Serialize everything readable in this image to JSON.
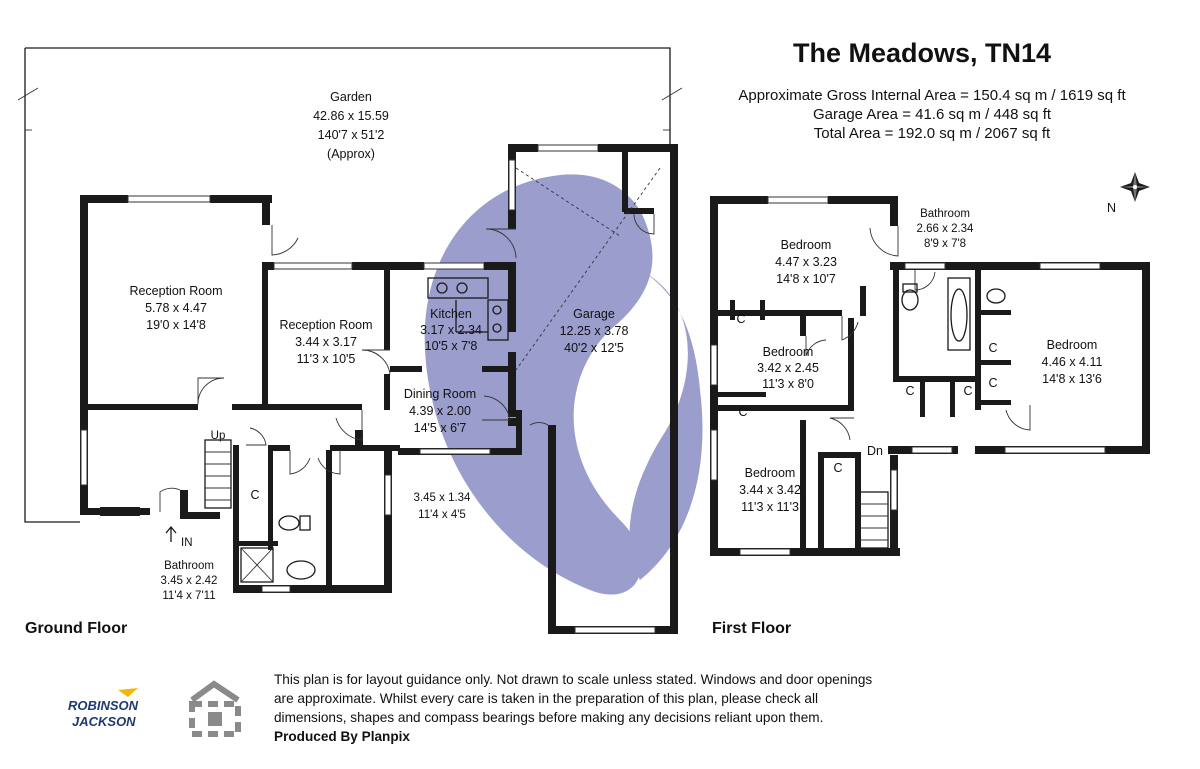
{
  "header": {
    "title": "The Meadows, TN14",
    "areas": [
      "Approximate Gross Internal Area = 150.4 sq m / 1619 sq ft",
      "Garage Area = 41.6 sq m / 448 sq ft",
      "Total Area = 192.0 sq m / 2067 sq ft"
    ]
  },
  "compass": {
    "label": "N"
  },
  "ground_floor": {
    "label": "Ground Floor",
    "garden": {
      "name": "Garden",
      "metric": "42.86 x 15.59",
      "imperial": "140'7 x 51'2",
      "note": "(Approx)"
    },
    "reception1": {
      "name": "Reception Room",
      "metric": "5.78 x 4.47",
      "imperial": "19'0 x 14'8"
    },
    "reception2": {
      "name": "Reception Room",
      "metric": "3.44 x 3.17",
      "imperial": "11'3 x 10'5"
    },
    "kitchen": {
      "name": "Kitchen",
      "metric": "3.17 x 2.34",
      "imperial": "10'5 x 7'8"
    },
    "dining": {
      "name": "Dining Room",
      "metric": "4.39 x 2.00",
      "imperial": "14'5 x 6'7"
    },
    "garage": {
      "name": "Garage",
      "metric": "12.25 x 3.78",
      "imperial": "40'2 x 12'5"
    },
    "store": {
      "metric": "3.45 x 1.34",
      "imperial": "11'4 x 4'5"
    },
    "bathroom": {
      "name": "Bathroom",
      "metric": "3.45 x 2.42",
      "imperial": "11'4 x 7'11"
    },
    "cupboard": "C",
    "up": "Up",
    "in": "IN"
  },
  "first_floor": {
    "label": "First Floor",
    "bedroom1": {
      "name": "Bedroom",
      "metric": "4.47 x 3.23",
      "imperial": "14'8 x 10'7"
    },
    "bathroom": {
      "name": "Bathroom",
      "metric": "2.66 x 2.34",
      "imperial": "8'9 x 7'8"
    },
    "bedroom2": {
      "name": "Bedroom",
      "metric": "3.42 x 2.45",
      "imperial": "11'3 x 8'0"
    },
    "bedroom3": {
      "name": "Bedroom",
      "metric": "4.46 x 4.11",
      "imperial": "14'8 x 13'6"
    },
    "bedroom4": {
      "name": "Bedroom",
      "metric": "3.44 x 3.42",
      "imperial": "11'3 x 11'3"
    },
    "cupboard": "C",
    "down": "Dn"
  },
  "footer": {
    "disclaimer": [
      "This plan is for layout guidance only. Not drawn to scale unless stated. Windows and door openings",
      "are approximate. Whilst every care is taken in the preparation of this plan, please check all",
      "dimensions, shapes and compass bearings before making any decisions reliant upon them."
    ],
    "produced_by": "Produced By Planpix",
    "logo_top": "ROBINSON",
    "logo_bottom": "JACKSON"
  },
  "colors": {
    "watermark": "#8a8cc4",
    "wall": "#1a1a1a",
    "logo_blue": "#1e3a6e",
    "logo_yellow": "#f2b705"
  }
}
